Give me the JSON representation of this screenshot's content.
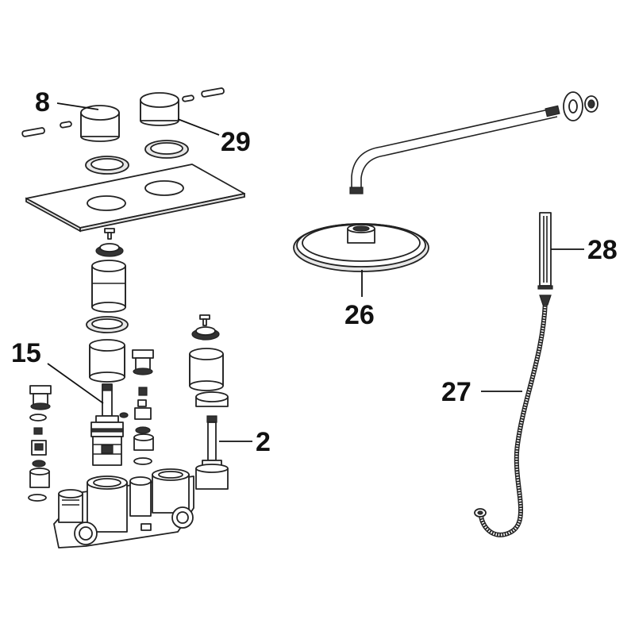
{
  "callouts": {
    "part_8": "8",
    "part_29": "29",
    "part_15": "15",
    "part_2": "2",
    "part_26": "26",
    "part_28": "28",
    "part_27": "27"
  },
  "colors": {
    "line": "#222222",
    "fill": "#ffffff",
    "shade": "#e6e6e6"
  }
}
